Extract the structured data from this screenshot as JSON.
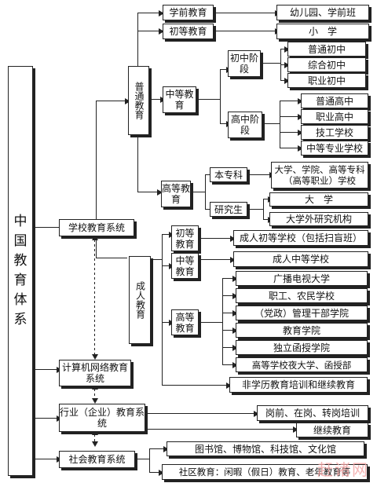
{
  "root": "中国教育体系",
  "school_system": {
    "label": "学校教育系统",
    "general": {
      "label": "普通教育",
      "preschool": {
        "label": "学前教育",
        "target": "幼儿园、学前班"
      },
      "primary": {
        "label": "初等教育",
        "target": "小　学"
      },
      "secondary": {
        "label": "中等教育",
        "junior": {
          "label": "初中阶段",
          "targets": [
            "普通初中",
            "综合初中",
            "职业初中"
          ]
        },
        "senior": {
          "label": "高中阶段",
          "targets": [
            "普通高中",
            "职业高中",
            "技工学校",
            "中等专业学校"
          ]
        }
      },
      "higher": {
        "label": "高等教育",
        "undergrad": {
          "label": "本专科",
          "target": "大学、学院、高等专科（高等职业）学校"
        },
        "graduate": {
          "label": "研究生",
          "targets": [
            "大　学",
            "大学外研究机构"
          ]
        }
      }
    },
    "adult": {
      "label": "成人教育",
      "primary": {
        "label": "初等教育",
        "target": "成人初等学校（包括扫盲班）"
      },
      "secondary": {
        "label": "中等教育",
        "target": "成人中等学校"
      },
      "higher": {
        "label": "高等教育",
        "targets": [
          "广播电视大学",
          "职工、农民学校",
          "（党政）管理干部学院",
          "教育学院",
          "独立函授学院",
          "高等学校夜大学、函授部"
        ]
      },
      "nondegree": "非学历教育培训和继续教育"
    }
  },
  "network_system": "计算机网络教育系统",
  "industry_system": {
    "label": "行业（企业）教育系统",
    "targets": [
      "岗前、在岗、转岗培训",
      "继续教育"
    ]
  },
  "social_system": {
    "label": "社会教育系统",
    "targets": [
      "图书馆、博物馆、科技馆、文化馆",
      "社区教育：闲暇（假日）教育、老年教育等"
    ]
  },
  "watermark": "赶诸网"
}
